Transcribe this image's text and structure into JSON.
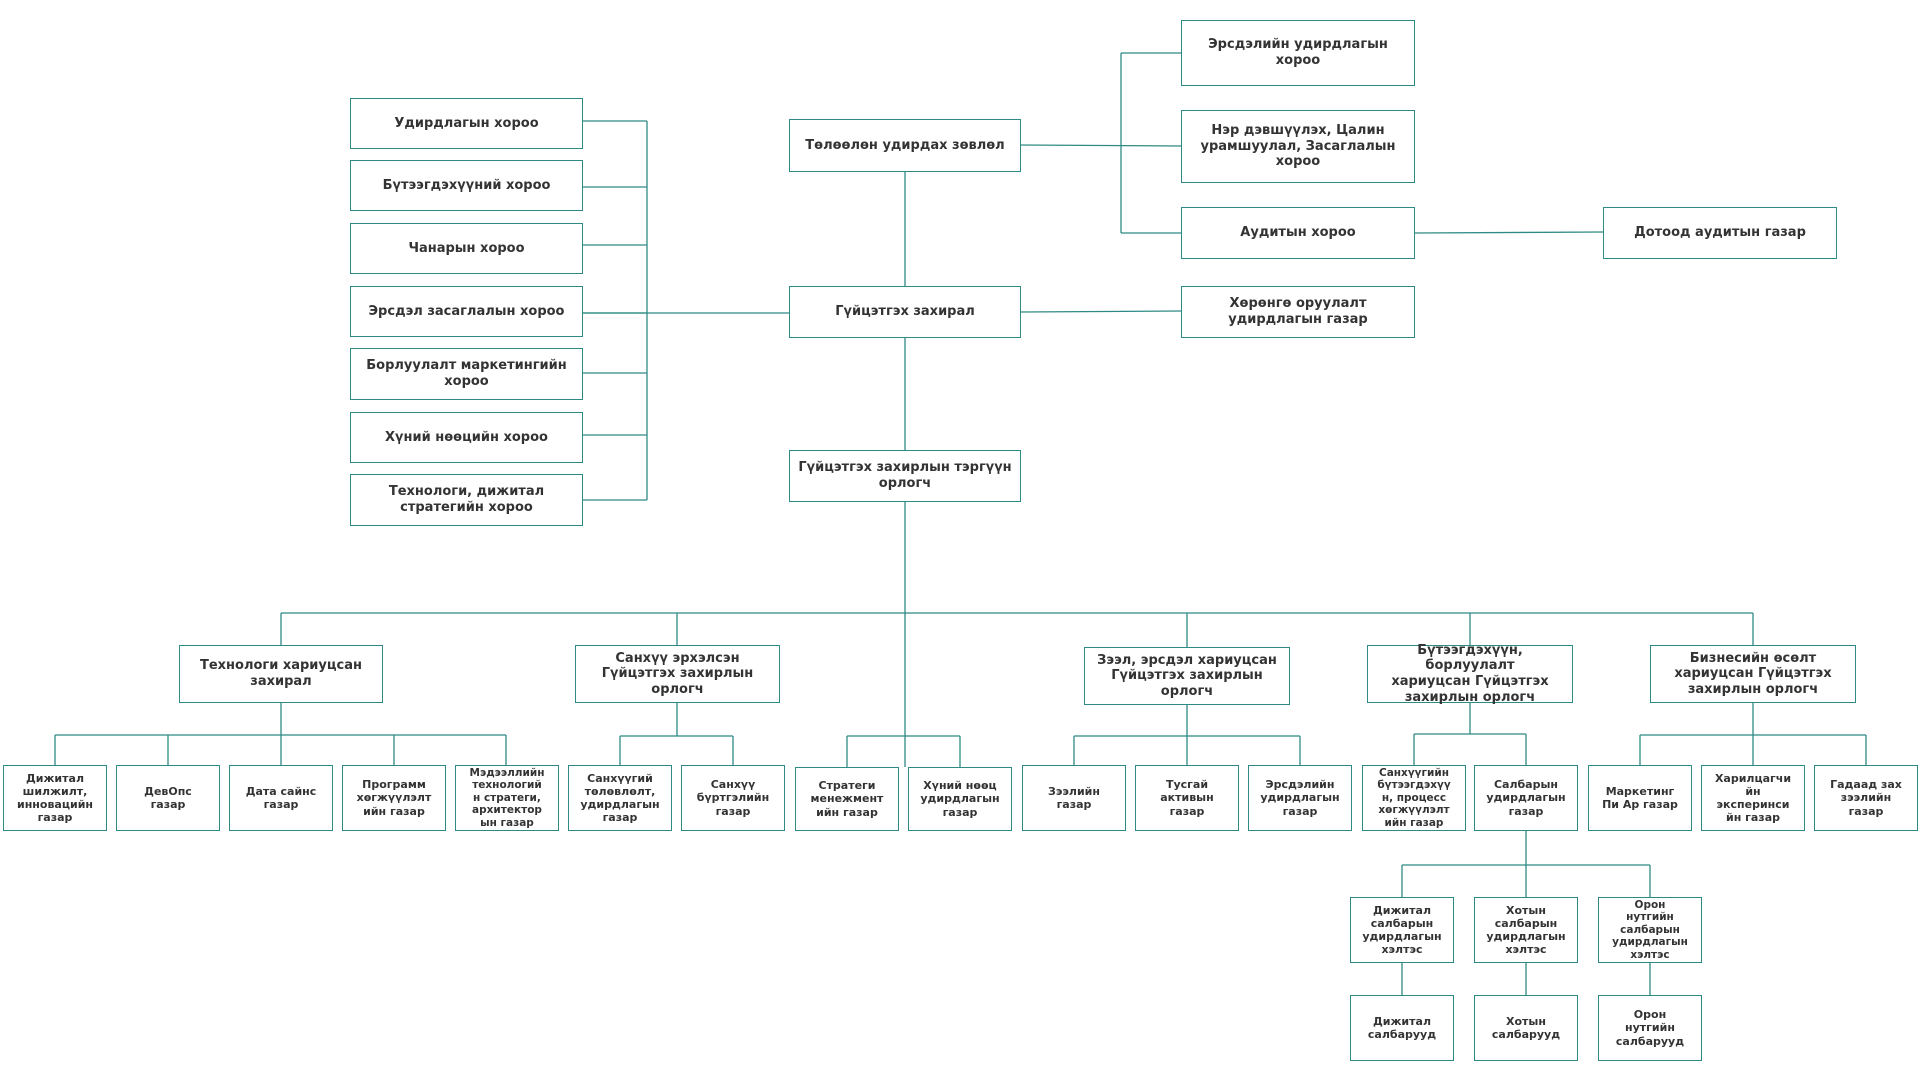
{
  "board": {
    "title": "Төлөөлөн удирдах зөвлөл",
    "committees_right": [
      "Эрсдэлийн удирдлагын\nхороо",
      "Нэр дэвшүүлэх, Цалин\nурамшуулал, Засаглалын\nхороо",
      "Аудитын хороо"
    ],
    "internal_audit": "Дотоод аудитын газар"
  },
  "ceo": {
    "title": "Гүйцэтгэх захирал",
    "asset_recovery": "Хөрөнгө оруулалт\nудирдлагын газар"
  },
  "committees_left": [
    "Удирдлагын хороо",
    "Бүтээгдэхүүний хороо",
    "Чанарын хороо",
    "Эрсдэл засаглалын хороо",
    "Борлуулалт маркетингийн\nхороо",
    "Хүний нөөцийн хороо",
    "Технологи, дижитал\nстратегийн хороо"
  ],
  "first_deputy": "Гүйцэтгэх захирлын тэргүүн\nорлогч",
  "divisions": [
    {
      "title": "Технологи хариуцсан\nзахирал",
      "units": [
        "Дижитал\nшилжилт,\nинновацийн\nгазар",
        "ДевОпс\nгазар",
        "Дата сайнс\nгазар",
        "Программ\nхөгжүүлэлт\nийн газар",
        "Мэдээллийн\nтехнологий\nн стратеги,\nархитектор\nын газар"
      ]
    },
    {
      "title": "Санхүү эрхэлсэн\nГүйцэтгэх захирлын\nорлогч",
      "units": [
        "Санхүүгий\nтөлөвлөлт,\nудирдлагын\nгазар",
        "Санхүү\nбүртгэлийн\nгазар"
      ]
    },
    {
      "title": "",
      "units": [
        "Стратеги\nменежмент\nийн газар",
        "Хүний нөөц\nудирдлагын\nгазар"
      ]
    },
    {
      "title": "Зээл, эрсдэл хариуцсан\nГүйцэтгэх захирлын\nорлогч",
      "units": [
        "Зээлийн\nгазар",
        "Тусгай\nактивын\nгазар",
        "Эрсдэлийн\nудирдлагын\nгазар"
      ]
    },
    {
      "title": "Бүтээгдэхүүн, борлуулалт\nхариуцсан Гүйцэтгэх\nзахирлын орлогч",
      "units": [
        "Санхүүгийн\nбүтээгдэхүү\nн, процесс\nхөгжүүлэлт\nийн газар",
        "Салбарын\nудирдлагын\nгазар"
      ]
    },
    {
      "title": "Бизнесийн өсөлт\nхариуцсан Гүйцэтгэх\nзахирлын орлогч",
      "units": [
        "Маркетинг\nПи Ар газар",
        "Харилцагчи\nйн\nэксперинси\nйн газар",
        "Гадаад зах\nзээлийн\nгазар"
      ]
    }
  ],
  "branches": {
    "centers": [
      "Дижитал\nсалбарын\nудирдлагын\nхэлтэс",
      "Хотын\nсалбарын\nудирдлагын\nхэлтэс",
      "Орон\nнутгийн\nсалбарын\nудирдлагын\nхэлтэс"
    ],
    "groups": [
      "Дижитал\nсалбарууд",
      "Хотын\nсалбарууд",
      "Орон\nнутгийн\nсалбарууд"
    ]
  },
  "colors": {
    "line": "#2e8b84",
    "text": "#333333",
    "background": "#ffffff"
  }
}
